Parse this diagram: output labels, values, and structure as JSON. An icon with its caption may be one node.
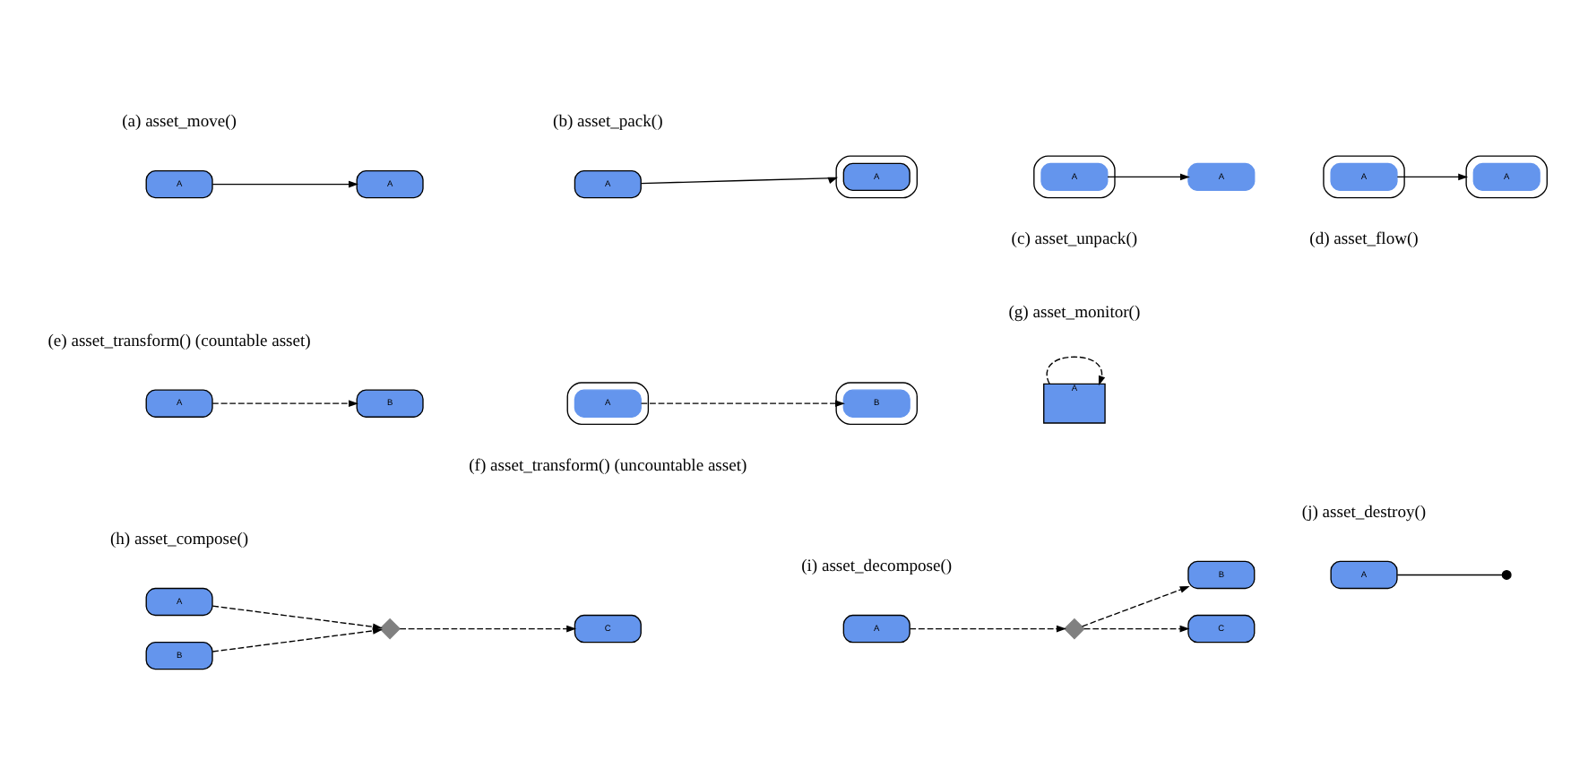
{
  "diagram": {
    "nodes": [
      {
        "text": [
          "A"
        ]
      },
      {
        "text": [
          "A"
        ]
      },
      {
        "text": [
          "A"
        ]
      },
      {
        "text": [],
        "shape": "box"
      },
      {
        "text": [
          "A"
        ],
        "in": 3
      },
      {
        "text": [],
        "shape": "box"
      },
      {
        "text": [
          "A"
        ],
        "in": 5
      },
      {
        "text": [
          "A"
        ]
      },
      {
        "text": [],
        "shape": "box"
      },
      {
        "text": [
          "A"
        ],
        "in": 8
      },
      {
        "text": [],
        "shape": "box"
      },
      {
        "text": [
          "A"
        ],
        "in": 10
      },
      {
        "text": [
          "A"
        ]
      },
      {
        "text": [
          "B"
        ]
      },
      {
        "text": [],
        "shape": "box"
      },
      {
        "text": [
          "A"
        ],
        "in": 14
      },
      {
        "text": [],
        "shape": "box"
      },
      {
        "text": [
          "B"
        ],
        "in": 16
      },
      {
        "text": [
          "A"
        ]
      },
      {
        "text": [
          "A"
        ]
      },
      {
        "text": [
          "B"
        ]
      },
      {
        "text": [],
        "shape": "diamond"
      },
      {
        "text": [
          "C"
        ]
      },
      {
        "text": [
          "A"
        ]
      },
      {
        "text": [],
        "shape": "diamond"
      },
      {
        "text": [
          "C"
        ]
      },
      {
        "text": [
          "B"
        ]
      },
      {
        "text": [
          "A"
        ]
      },
      {
        "text": [],
        "shape": "circle"
      }
    ],
    "edges": [
      {
        "from": 0,
        "to": 1,
        "arrow": "to"
      },
      {
        "from": 2,
        "to": 3,
        "arrow": "to"
      },
      {
        "from": 6,
        "to": 7,
        "arrow": "to"
      },
      {
        "from": 9,
        "to": 10,
        "arrow": "to"
      },
      {
        "from": 12,
        "to": 13,
        "arrow": "to",
        "style": "dashed"
      },
      {
        "from": 15,
        "to": 17,
        "arrow": "to",
        "style": "dashed"
      },
      {
        "from": 18,
        "to": 18,
        "arrow": "to",
        "style": "dashed"
      },
      {
        "from": 19,
        "to": 21,
        "arrow": "to",
        "style": "dashed"
      },
      {
        "from": 20,
        "to": 21,
        "arrow": "to",
        "style": "dashed"
      },
      {
        "from": 21,
        "to": 22,
        "arrow": "to",
        "style": "dashed"
      },
      {
        "from": 23,
        "to": 24,
        "arrow": "to",
        "style": "dashed"
      },
      {
        "from": 24,
        "to": 25,
        "arrow": "to",
        "style": "dashed"
      },
      {
        "from": 24,
        "to": 26,
        "arrow": "to",
        "style": "dashed"
      },
      {
        "from": 27,
        "to": 28,
        "arrow": "none"
      }
    ],
    "labels": [
      "(a) asset_move()",
      "(b) asset_pack()",
      "(c) asset_unpack()",
      "(d) asset_flow()",
      "(e) asset_transform() (countable asset)",
      "(f) asset_transform() (uncountable asset)",
      "(g) asset_monitor()",
      "(h) asset_compose()",
      "(i) asset_decompose()",
      "(j) asset_destroy()"
    ]
  }
}
